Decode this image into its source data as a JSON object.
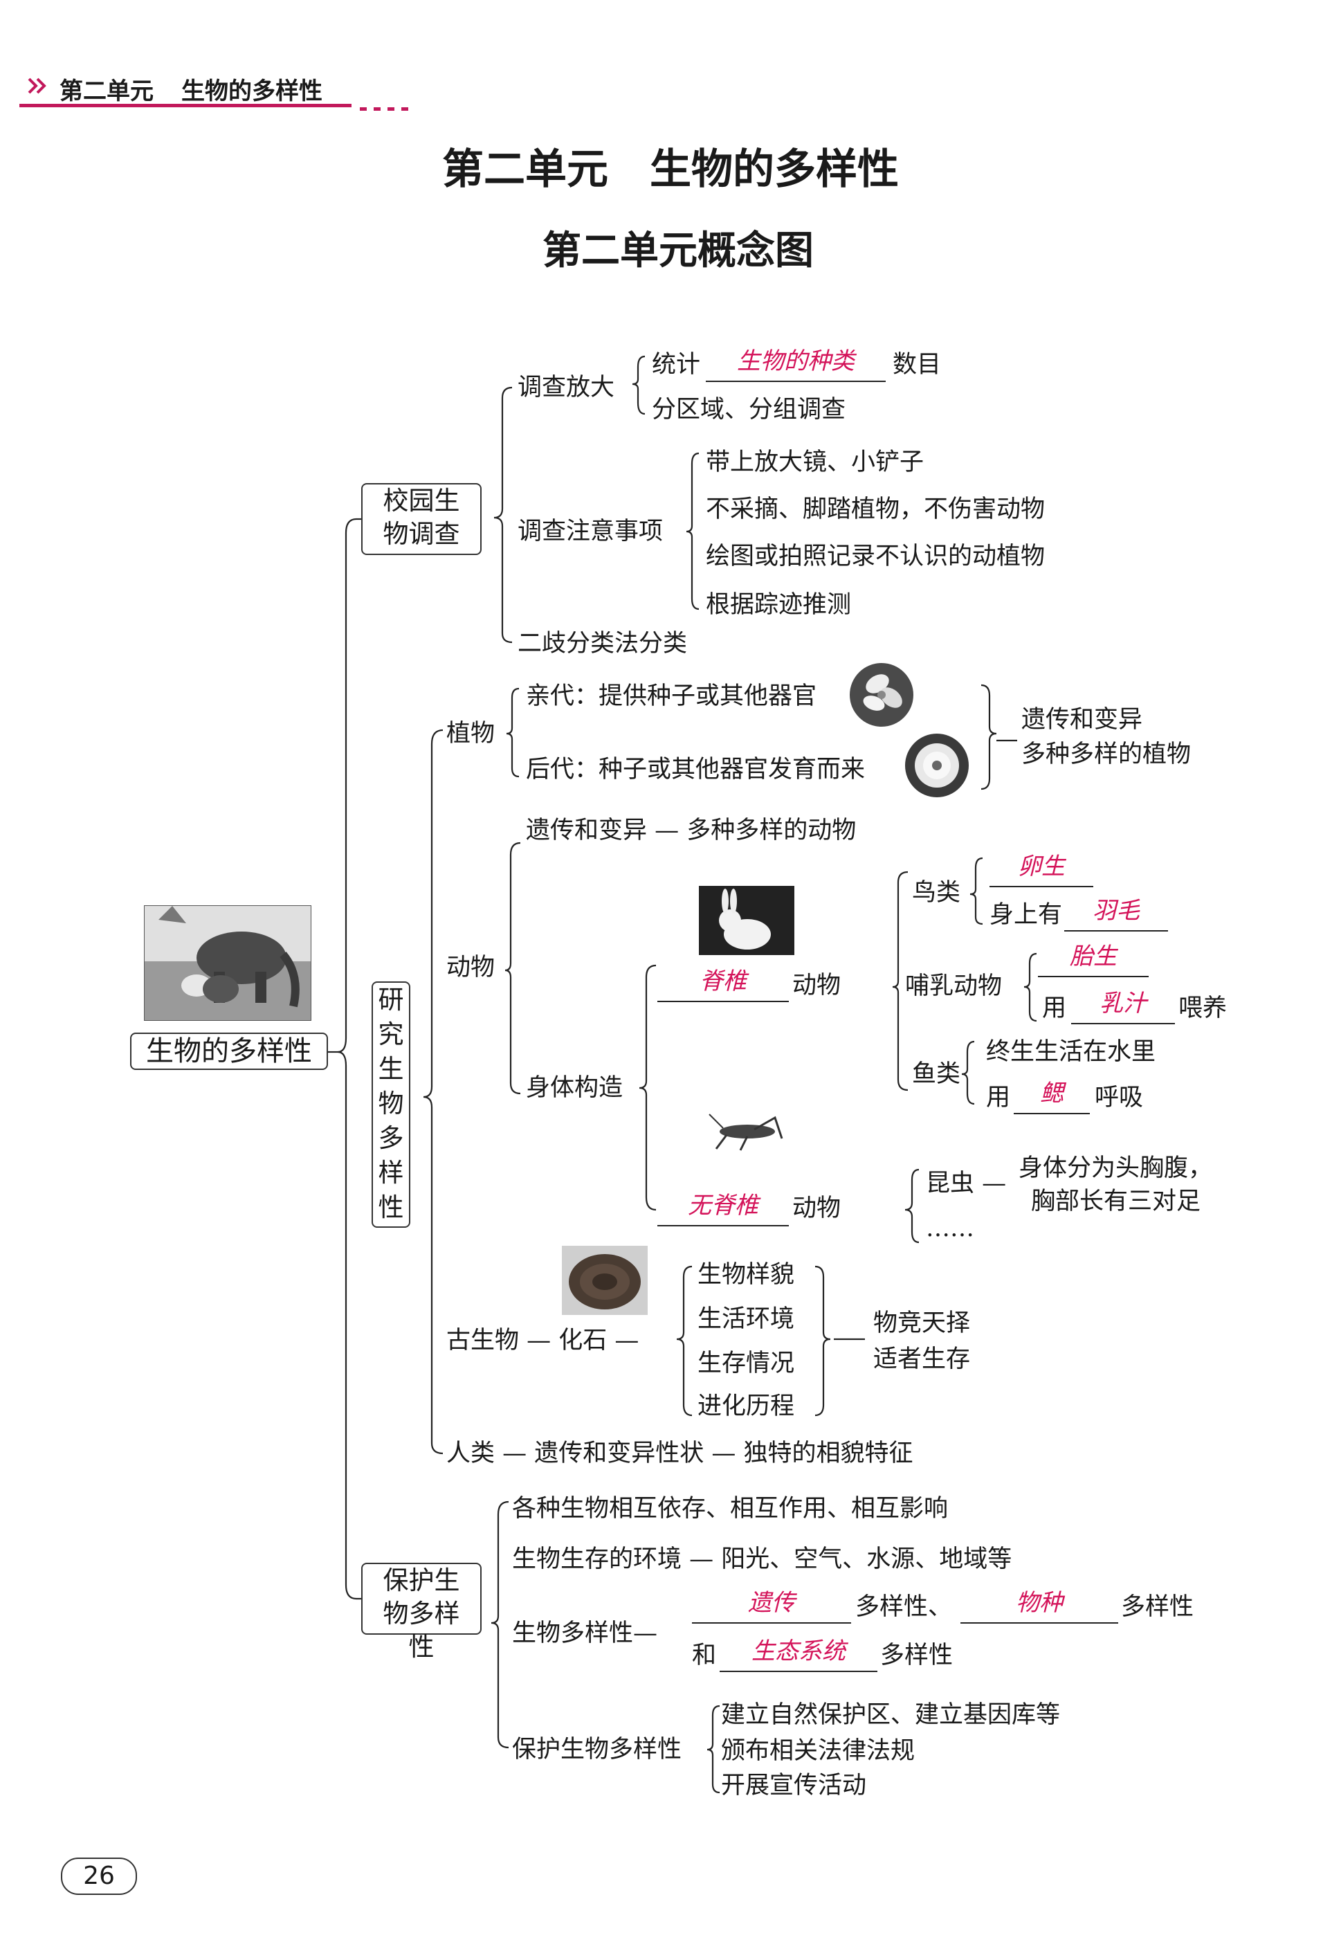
{
  "header": {
    "unit": "第二单元",
    "topic": "生物的多样性",
    "chevron_color": "#c2185b"
  },
  "title": {
    "main": "第二单元　生物的多样性",
    "sub": "第二单元概念图"
  },
  "root": {
    "label": "生物的多样性",
    "image": "elephant-family-photo"
  },
  "survey": {
    "label": "校园生物调查",
    "expand": {
      "label": "调查放大",
      "count_prefix": "统计",
      "count_answer": "生物的种类",
      "count_suffix": "数目",
      "region": "分区域、分组调查"
    },
    "notes": {
      "label": "调查注意事项",
      "items": [
        "带上放大镜、小铲子",
        "不采摘、脚踏植物，不伤害动物",
        "绘图或拍照记录不认识的动植物",
        "根据踪迹推测"
      ]
    },
    "dichotomous": "二歧分类法分类"
  },
  "research": {
    "label": "研究生物多样性",
    "plants": {
      "label": "植物",
      "parent": "亲代：提供种子或其他器官",
      "offspring": "后代：种子或其他器官发育而来",
      "result_line1": "遗传和变异",
      "result_line2": "多种多样的植物"
    },
    "animals": {
      "label": "动物",
      "heredity": "遗传和变异 — 多种多样的动物",
      "body": "身体构造",
      "vertebrate_answer": "脊椎",
      "invertebrate_answer": "无脊椎",
      "animal_word": "动物",
      "birds": {
        "label": "鸟类",
        "answer1": "卵生",
        "feather_prefix": "身上有",
        "answer2": "羽毛"
      },
      "mammals": {
        "label": "哺乳动物",
        "answer1": "胎生",
        "use_prefix": "用",
        "answer2": "乳汁",
        "suffix": "喂养"
      },
      "fish": {
        "label": "鱼类",
        "line1": "终生生活在水里",
        "use_prefix": "用",
        "answer": "鳃",
        "suffix": "呼吸"
      },
      "insects": {
        "label": "昆虫 —",
        "desc1": "身体分为头胸腹，",
        "desc2": "胸部长有三对足",
        "more": "……"
      }
    },
    "ancient": {
      "label": "古生物 — 化石 —",
      "items": [
        "生物样貌",
        "生活环境",
        "生存情况",
        "进化历程"
      ],
      "result_line1": "物竞天择",
      "result_line2": "适者生存"
    },
    "human": "人类 — 遗传和变异性状 — 独特的相貌特征"
  },
  "protect": {
    "label": "保护生物多样性",
    "rel": "各种生物相互依存、相互作用、相互影响",
    "env": "生物生存的环境 — 阳光、空气、水源、地域等",
    "diversity_label": "生物多样性—",
    "answer_genetic": "遗传",
    "diversity_word": "多样性、",
    "answer_species": "物种",
    "diversity_word2": "多样性",
    "and_word": "和",
    "answer_eco": "生态系统",
    "diversity_word3": "多样性",
    "measures_label": "保护生物多样性",
    "measures": [
      "建立自然保护区、建立基因库等",
      "颁布相关法律法规",
      "开展宣传活动"
    ]
  },
  "page_number": "26"
}
